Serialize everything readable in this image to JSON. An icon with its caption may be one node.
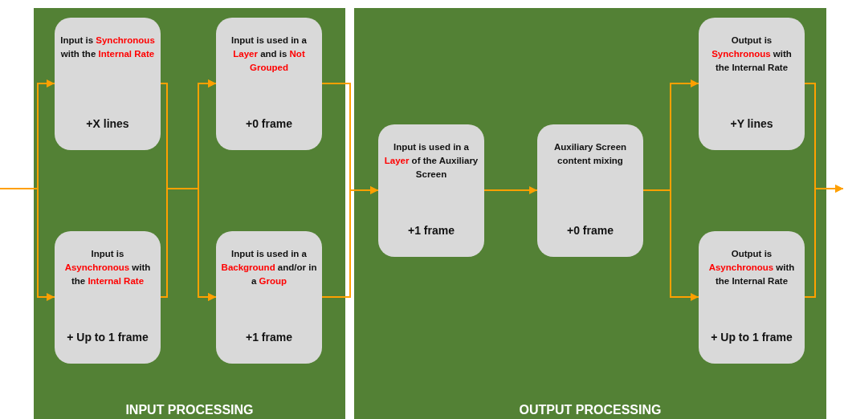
{
  "diagram": {
    "nodes": [
      {
        "text": [
          "INPUT PROCESSING"
        ]
      },
      {
        "text": [
          "Input is **Synchronous** with the **Internal Rate**",
          "+X lines"
        ],
        "in": 0
      },
      {
        "text": [
          "Input is **Asynchronous** with the **Internal Rate**",
          "+ Up to 1 frame"
        ],
        "in": 0
      },
      {
        "text": [
          "Input is used in a **Layer** and is **Not Grouped**",
          "+0 frame"
        ],
        "in": 0
      },
      {
        "text": [
          "Input is used in a **Background** and/or in a **Group**",
          "+1 frame"
        ],
        "in": 0
      },
      {
        "text": [
          "OUTPUT PROCESSING"
        ]
      },
      {
        "text": [
          "Input is used in a **Layer** of the Auxiliary Screen",
          "+1 frame"
        ],
        "in": 5
      },
      {
        "text": [
          "Auxiliary Screen content mixing",
          "+0 frame"
        ],
        "in": 5
      },
      {
        "text": [
          "Output is **Synchronous** with the Internal Rate",
          "+Y lines"
        ],
        "in": 5
      },
      {
        "text": [
          "Output is **Asynchronous** with the Internal Rate",
          "+ Up to 1 frame"
        ],
        "in": 5
      }
    ],
    "edges": [
      {
        "from": null,
        "to": 1,
        "arrow": "to"
      },
      {
        "from": null,
        "to": 2,
        "arrow": "to"
      },
      {
        "from": 1,
        "to": 3,
        "arrow": "to"
      },
      {
        "from": 1,
        "to": 4,
        "arrow": "to"
      },
      {
        "from": 2,
        "to": 3,
        "arrow": "to"
      },
      {
        "from": 2,
        "to": 4,
        "arrow": "to"
      },
      {
        "from": 3,
        "to": 6,
        "arrow": "to"
      },
      {
        "from": 4,
        "to": 6,
        "arrow": "to"
      },
      {
        "from": 6,
        "to": 7,
        "arrow": "to"
      },
      {
        "from": 7,
        "to": 8,
        "arrow": "to"
      },
      {
        "from": 7,
        "to": 9,
        "arrow": "to"
      },
      {
        "from": 8,
        "to": null,
        "arrow": "to"
      },
      {
        "from": 9,
        "to": null,
        "arrow": "to"
      }
    ]
  }
}
